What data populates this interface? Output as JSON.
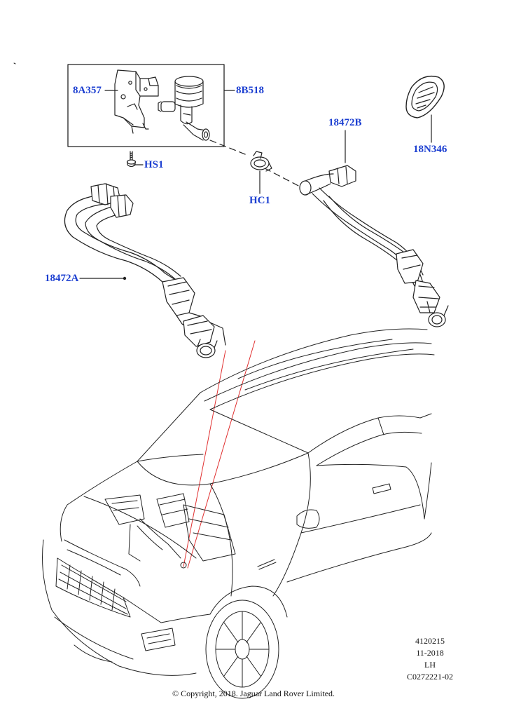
{
  "diagram": {
    "callouts": {
      "pump_bracket": "8A357",
      "pump": "8B518",
      "screw": "HS1",
      "clip": "HC1",
      "hose_a": "18472A",
      "hose_b": "18472B",
      "grommet": "18N346"
    },
    "reference": {
      "illustration_number": "4120215",
      "date": "11-2018",
      "side": "LH",
      "code": "C0272221-02"
    },
    "copyright": "© Copyright, 2018. Jaguar Land Rover Limited.",
    "colors": {
      "callout_text": "#1c3fd1",
      "line_art": "#222222",
      "pointer": "#e03030"
    }
  }
}
